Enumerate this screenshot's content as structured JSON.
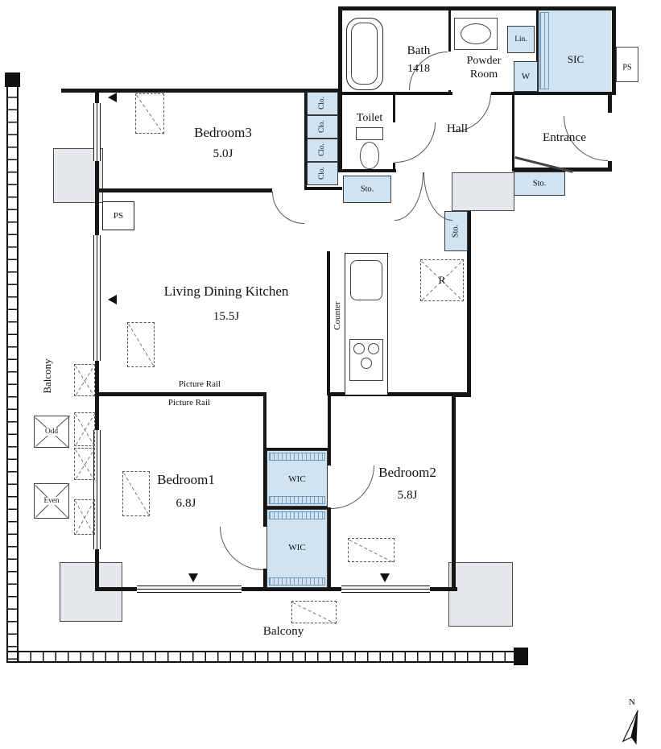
{
  "floor_plan": {
    "rooms": {
      "bedroom3": {
        "name": "Bedroom3",
        "size": "5.0J"
      },
      "living_dining_kitchen": {
        "name": "Living Dining Kitchen",
        "size": "15.5J"
      },
      "bedroom1": {
        "name": "Bedroom1",
        "size": "6.8J"
      },
      "bedroom2": {
        "name": "Bedroom2",
        "size": "5.8J"
      },
      "bath": {
        "name": "Bath",
        "size": "1418"
      },
      "powder_room": {
        "name": "Powder Room"
      },
      "toilet": {
        "name": "Toilet"
      },
      "hall": {
        "name": "Hall"
      },
      "entrance": {
        "name": "Entrance"
      },
      "sic": {
        "name": "SIC"
      },
      "balcony_left": {
        "name": "Balcony"
      },
      "balcony_bottom": {
        "name": "Balcony"
      }
    },
    "storage_labels": {
      "sto": "Sto.",
      "clo": "Clo.",
      "wic": "WIC",
      "lin": "Lin."
    },
    "fixture_labels": {
      "counter": "Counter",
      "refrigerator": "R",
      "washer": "W"
    },
    "utility_labels": {
      "ps": "PS"
    },
    "annotation_labels": {
      "picture_rail": "Picture Rail",
      "odd": "Odd",
      "even": "Even",
      "north": "N"
    },
    "colors": {
      "storage_fill": "#cfe3f2",
      "structure_fill": "#e5e8ea",
      "wall": "#151515",
      "line": "#555555"
    }
  }
}
